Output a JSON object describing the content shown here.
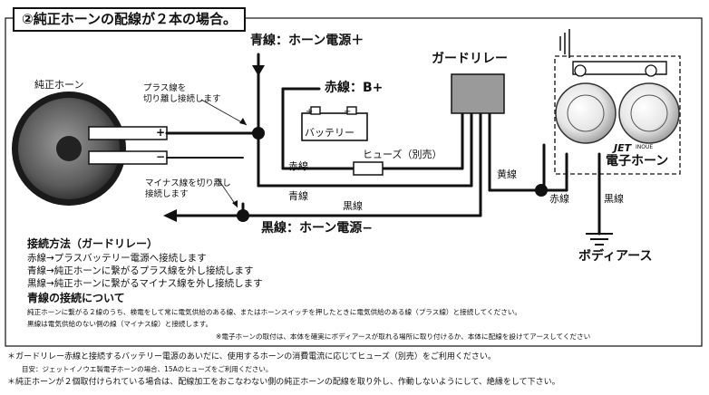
{
  "title": "②純正ホーンの配線が２本の場合。",
  "diagram": {
    "oem_horn": "純正ホーン",
    "plus_note": [
      "プラス線を",
      "切り離し接続します"
    ],
    "minus_note": [
      "マイナス線を切り離し",
      "接続します"
    ],
    "plus_sign": "+",
    "minus_sign": "−",
    "blue_plus": "青線：ホーン電源＋",
    "red_b": "赤線：B+",
    "battery": "バッテリー",
    "fuse": "ヒューズ（別売）",
    "red_wire": "赤線",
    "blue_wire": "青線",
    "black_wire": "黒線",
    "black_minus": "黒線：ホーン電源−",
    "guard_relay": "ガードリレー",
    "yellow_wire": "黄線",
    "red_wire2": "赤線",
    "black_wire2": "黒線",
    "jet_logo": "JET",
    "jet_logo_small": "INOUE",
    "electronic_horn": "電子ホーン",
    "body_earth": "ボディアース"
  },
  "method": {
    "heading": "接続方法（ガードリレー）",
    "lines": [
      "赤線→プラスバッテリー電源へ接続します",
      "青線→純正ホーンに繋がるプラス線を外し接続します",
      "黒線→純正ホーンに繋がるマイナス線を外し接続します"
    ]
  },
  "blue_section": {
    "heading": "青線の接続について",
    "line1": "純正ホーンに繋がる２線のうち、検電をして常に電気供給のある線、またはホーンスイッチを押したときに電気供給のある線（プラス線）と接続してください。",
    "line2": "黒線は電気供給のない側の線（マイナス線）と接続します。",
    "note": "※電子ホーンの取付は、本体を確実にボディアースが取れる場所に取り付けるか、本体に配線を設けてアースしてください"
  },
  "footnotes": {
    "f1": "＊ガードリレー赤線と接続するバッテリー電源のあいだに、使用するホーンの消費電流に応じてヒューズ（別売）をご利用ください。",
    "f1_sub": "目安：ジェットイノウエ製電子ホーンの場合、15Aのヒューズをご利用ください。",
    "f2": "＊純正ホーンが２個取付けられている場合は、配線加工をおこなわない側の純正ホーンの配線を取り外し、作動しないようにして、絶縁をして下さい。"
  }
}
